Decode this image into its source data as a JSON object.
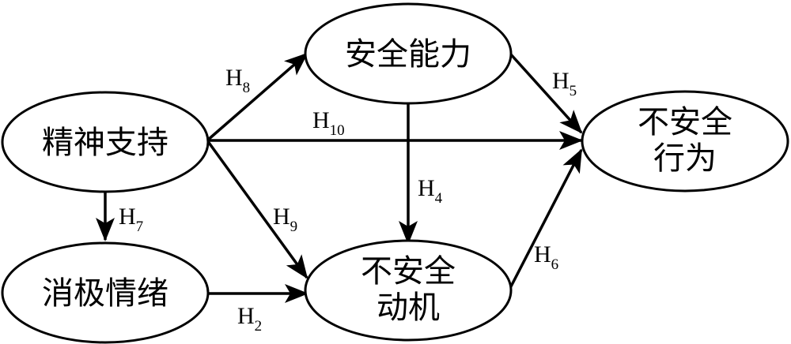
{
  "diagram": {
    "nodes": {
      "spiritual_support": {
        "label": "精神支持"
      },
      "safety_ability": {
        "label": "安全能力"
      },
      "negative_emotion": {
        "label": "消极情绪"
      },
      "unsafe_motivation": {
        "lines": [
          "不安全",
          "动机"
        ]
      },
      "unsafe_behavior": {
        "lines": [
          "不安全",
          "行为"
        ]
      }
    },
    "edges": {
      "h2": {
        "letter": "H",
        "sub": "2",
        "from": "消极情绪",
        "to": "不安全动机"
      },
      "h4": {
        "letter": "H",
        "sub": "4",
        "from": "安全能力",
        "to": "不安全动机"
      },
      "h5": {
        "letter": "H",
        "sub": "5",
        "from": "安全能力",
        "to": "不安全行为"
      },
      "h6": {
        "letter": "H",
        "sub": "6",
        "from": "不安全动机",
        "to": "不安全行为"
      },
      "h7": {
        "letter": "H",
        "sub": "7",
        "from": "精神支持",
        "to": "消极情绪"
      },
      "h8": {
        "letter": "H",
        "sub": "8",
        "from": "精神支持",
        "to": "安全能力"
      },
      "h9": {
        "letter": "H",
        "sub": "9",
        "from": "精神支持",
        "to": "不安全动机"
      },
      "h10": {
        "letter": "H",
        "sub": "10",
        "from": "精神支持",
        "to": "不安全行为"
      }
    }
  }
}
